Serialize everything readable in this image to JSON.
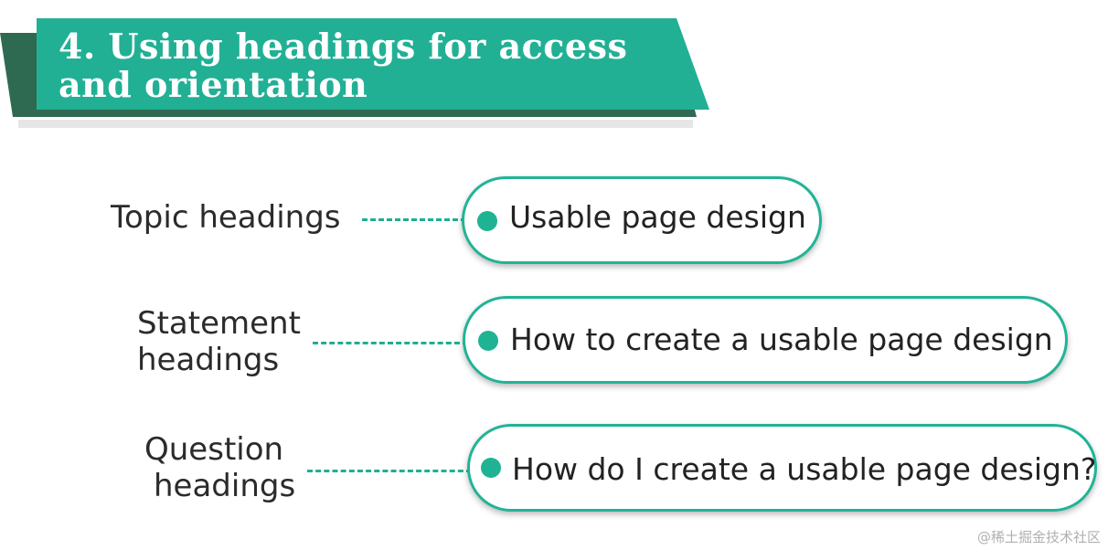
{
  "title": "4. Using headings for access and orientation",
  "colors": {
    "banner_main": "#22b095",
    "banner_shadow": "#2e6a52",
    "accent": "#20b496",
    "text": "#2b2b2b"
  },
  "rows": [
    {
      "label_line1": "Topic headings",
      "label_line2": "",
      "example": "Usable page design"
    },
    {
      "label_line1": "Statement",
      "label_line2": "headings",
      "example": "How to create a usable page design"
    },
    {
      "label_line1": "Question",
      "label_line2": "headings",
      "example": "How do I create a usable page design?"
    }
  ],
  "watermark": "@稀土掘金技术社区"
}
